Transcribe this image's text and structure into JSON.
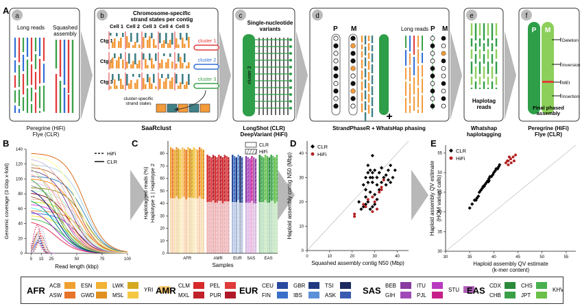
{
  "figure": {
    "row_label_A": "A",
    "row_label_B": "B",
    "row_label_C": "C",
    "row_label_D": "D",
    "row_label_E": "E"
  },
  "panels": {
    "a": {
      "letter": "a",
      "left_label": "Long reads",
      "right_label": "Squashed assembly",
      "caption": "Peregrine (HiFi)\nFlye (CLR)"
    },
    "b": {
      "letter": "b",
      "title": "Chromosome-specific\nstrand states per contig",
      "cells": [
        "Cell 1",
        "Cell 2",
        "Cell 3",
        "Cell 4",
        "Cell 5"
      ],
      "contigs": [
        "Ctg 1",
        "Ctg 2",
        "Ctg 3"
      ],
      "clusters": [
        "cluster 1",
        "cluster 2",
        "cluster 3"
      ],
      "inset_label": "cluster-specific\nstrand states",
      "caption": "SaaRclust"
    },
    "c": {
      "letter": "c",
      "title": "Single-nucleotide\nvariants",
      "cluster_label": "cluster 3",
      "caption": "LongShot (CLR)\nDeepVariant (HiFi)"
    },
    "d": {
      "letter": "d",
      "p_label": "P",
      "m_label": "M",
      "reads_label": "Long reads",
      "p2": "P",
      "m2": "M",
      "caption": "StrandPhaseR + WhatsHap phasing"
    },
    "e": {
      "letter": "e",
      "label": "Haplotag\nreads",
      "caption": "Whatshap\nhaplotagging"
    },
    "f": {
      "letter": "f",
      "p_label": "P",
      "m_label": "M",
      "events": [
        "Deletion",
        "Inversion",
        "MEI",
        "Insertion"
      ],
      "label": "Final phased\nassembly",
      "caption": "Peregrine (HiFi)\nFlye (CLR)"
    }
  },
  "chart_data": [
    {
      "panel": "B",
      "type": "line",
      "xlabel": "Read length (kbp)",
      "ylabel": "Genomic coverage (3 Gbp x-fold)",
      "xticks": [
        5,
        15,
        25,
        50,
        75,
        100
      ],
      "yticks": [
        0,
        20,
        40,
        60,
        80,
        100,
        120,
        140
      ],
      "xlim": [
        0,
        100
      ],
      "ylim": [
        0,
        140
      ],
      "legend": [
        {
          "name": "HiFi",
          "style": "dashed"
        },
        {
          "name": "CLR",
          "style": "solid"
        }
      ],
      "legend_position": "top-right",
      "series_count": {
        "CLR": 30,
        "HiFi": 12
      }
    },
    {
      "panel": "C",
      "type": "bar",
      "xlabel": "Samples",
      "ylabel": "Haplotagged reads (%)\nHaplotype 1 | Haplotype 2",
      "yticks": [
        0,
        10,
        20,
        30,
        40,
        50,
        60,
        70,
        80
      ],
      "ylim": [
        0,
        90
      ],
      "groups": [
        {
          "name": "AFR",
          "n": 18,
          "total": 85
        },
        {
          "name": "AMR",
          "n": 12,
          "total": 79
        },
        {
          "name": "EUR",
          "n": 6,
          "total": 79
        },
        {
          "name": "SAS",
          "n": 6,
          "total": 78
        },
        {
          "name": "EAS",
          "n": 10,
          "total": 79
        }
      ],
      "legend": [
        {
          "name": "CLR",
          "pattern": "solid"
        },
        {
          "name": "HiFi",
          "pattern": "hatched"
        }
      ],
      "legend_position": "top-right"
    },
    {
      "panel": "D",
      "type": "scatter",
      "xlabel": "Squashed assembly contig N50 (Mbp)",
      "ylabel": "Haploid assembly contig N50 (Mbp)",
      "xticks": [
        0,
        10,
        20,
        30,
        40
      ],
      "yticks": [
        0,
        10,
        20,
        30,
        40
      ],
      "xlim": [
        0,
        45
      ],
      "ylim": [
        0,
        45
      ],
      "legend": [
        {
          "name": "CLR",
          "color": "#000000",
          "marker": "diamond"
        },
        {
          "name": "HiFi",
          "color": "#b22222",
          "marker": "circle"
        }
      ],
      "legend_position": "top-left",
      "series": [
        {
          "name": "CLR",
          "points": [
            [
              29,
              39
            ],
            [
              27,
              35
            ],
            [
              28,
              33
            ],
            [
              30,
              33
            ],
            [
              29,
              32
            ],
            [
              27,
              32
            ],
            [
              28,
              30
            ],
            [
              29,
              30
            ],
            [
              26,
              30
            ],
            [
              31,
              30
            ],
            [
              33,
              34
            ],
            [
              36,
              33
            ],
            [
              37,
              35
            ],
            [
              35,
              31
            ],
            [
              38,
              30
            ],
            [
              36,
              29
            ],
            [
              27,
              28
            ],
            [
              29,
              28
            ],
            [
              31,
              27
            ],
            [
              25,
              27
            ],
            [
              26,
              25
            ],
            [
              28,
              24
            ],
            [
              30,
              23
            ],
            [
              32,
              25
            ],
            [
              33,
              28
            ],
            [
              34,
              30
            ],
            [
              26,
              19
            ],
            [
              29,
              18
            ],
            [
              27,
              20
            ],
            [
              30,
              19
            ],
            [
              24,
              17
            ],
            [
              25,
              18
            ],
            [
              28,
              17
            ],
            [
              23,
              20
            ],
            [
              31,
              21
            ],
            [
              26,
              22
            ],
            [
              35,
              27
            ],
            [
              37,
              28
            ],
            [
              39,
              33
            ],
            [
              32,
              32
            ]
          ]
        },
        {
          "name": "HiFi",
          "points": [
            [
              34,
              29
            ],
            [
              33,
              26
            ],
            [
              32,
              24
            ],
            [
              29,
              22
            ],
            [
              27,
              21
            ],
            [
              25,
              19
            ],
            [
              31,
              17
            ],
            [
              29,
              16
            ],
            [
              21,
              15
            ],
            [
              21,
              14
            ],
            [
              26,
              18
            ],
            [
              30,
              20
            ],
            [
              33,
              25
            ]
          ]
        }
      ]
    },
    {
      "panel": "E",
      "type": "scatter",
      "xlabel": "Haploid assembly QV estimate\n(k-mer content)",
      "ylabel": "Haploid assembly QV estimate\n(HOM variant calls)",
      "xticks": [
        30,
        35,
        40,
        45,
        50,
        55
      ],
      "yticks": [
        30,
        35,
        40,
        45,
        50,
        55
      ],
      "xlim": [
        30,
        57
      ],
      "ylim": [
        30,
        57
      ],
      "legend": [
        {
          "name": "CLR",
          "color": "#000000",
          "marker": "diamond"
        },
        {
          "name": "HiFi",
          "color": "#b22222",
          "marker": "circle"
        }
      ],
      "legend_position": "top-left",
      "series": [
        {
          "name": "CLR",
          "points": [
            [
              35,
              41
            ],
            [
              35.5,
              42
            ],
            [
              36,
              43
            ],
            [
              36.5,
              43.5
            ],
            [
              36.8,
              44
            ],
            [
              37,
              45
            ],
            [
              37.3,
              45.5
            ],
            [
              37.6,
              46
            ],
            [
              38,
              46.5
            ],
            [
              38.2,
              47
            ],
            [
              38.5,
              47.5
            ],
            [
              38.8,
              48
            ],
            [
              39,
              48.5
            ],
            [
              39.2,
              49
            ],
            [
              39.5,
              49
            ],
            [
              39.8,
              49.5
            ],
            [
              40,
              50
            ],
            [
              40.3,
              50.5
            ],
            [
              40.5,
              51
            ],
            [
              40.8,
              51
            ],
            [
              41,
              51.5
            ],
            [
              41.2,
              52
            ],
            [
              39,
              48
            ],
            [
              37.8,
              46.5
            ],
            [
              36.3,
              43
            ],
            [
              38.9,
              47.7
            ]
          ]
        },
        {
          "name": "HiFi",
          "points": [
            [
              42.5,
              52.5
            ],
            [
              43,
              53
            ],
            [
              43.5,
              53.5
            ],
            [
              44,
              54
            ],
            [
              43.2,
              54
            ],
            [
              42.8,
              53
            ],
            [
              44.2,
              53
            ],
            [
              43.6,
              52.5
            ],
            [
              44.5,
              54.5
            ],
            [
              43,
              52
            ]
          ]
        }
      ]
    }
  ],
  "legend": {
    "populations": [
      {
        "name": "AFR",
        "samples": [
          {
            "code": "ACB",
            "color": "#f0a030"
          },
          {
            "code": "ASW",
            "color": "#e8742a"
          },
          {
            "code": "ESN",
            "color": "#f2b234"
          },
          {
            "code": "GWD",
            "color": "#e09020"
          },
          {
            "code": "LWK",
            "color": "#d4a820"
          },
          {
            "code": "MSL",
            "color": "#f4c842"
          },
          {
            "code": "YRI",
            "color": "#f8c870"
          }
        ]
      },
      {
        "name": "AMR",
        "samples": [
          {
            "code": "CLM",
            "color": "#d62a2a"
          },
          {
            "code": "MXL",
            "color": "#c0202a"
          },
          {
            "code": "PEL",
            "color": "#e03a3a"
          },
          {
            "code": "PUR",
            "color": "#b01828"
          }
        ]
      },
      {
        "name": "EUR",
        "samples": [
          {
            "code": "CEU",
            "color": "#2a4aa0"
          },
          {
            "code": "FIN",
            "color": "#3a70c8"
          },
          {
            "code": "GBR",
            "color": "#203880"
          },
          {
            "code": "IBS",
            "color": "#5a90d8"
          },
          {
            "code": "TSI",
            "color": "#1a2a60"
          },
          {
            "code": "ASK",
            "color": "#3a5ab0"
          }
        ]
      },
      {
        "name": "SAS",
        "samples": [
          {
            "code": "BEB",
            "color": "#8a3aa0"
          },
          {
            "code": "GIH",
            "color": "#a04ab8"
          },
          {
            "code": "ITU",
            "color": "#b83ac0"
          },
          {
            "code": "PJL",
            "color": "#c8208a"
          },
          {
            "code": "STU",
            "color": "#b060b8"
          }
        ]
      },
      {
        "name": "EAS",
        "samples": [
          {
            "code": "CDX",
            "color": "#2a8a3a"
          },
          {
            "code": "CHB",
            "color": "#3aa048"
          },
          {
            "code": "CHS",
            "color": "#48b050"
          },
          {
            "code": "JPT",
            "color": "#6ac048"
          },
          {
            "code": "KHV",
            "color": "#5ab858"
          }
        ]
      }
    ]
  }
}
